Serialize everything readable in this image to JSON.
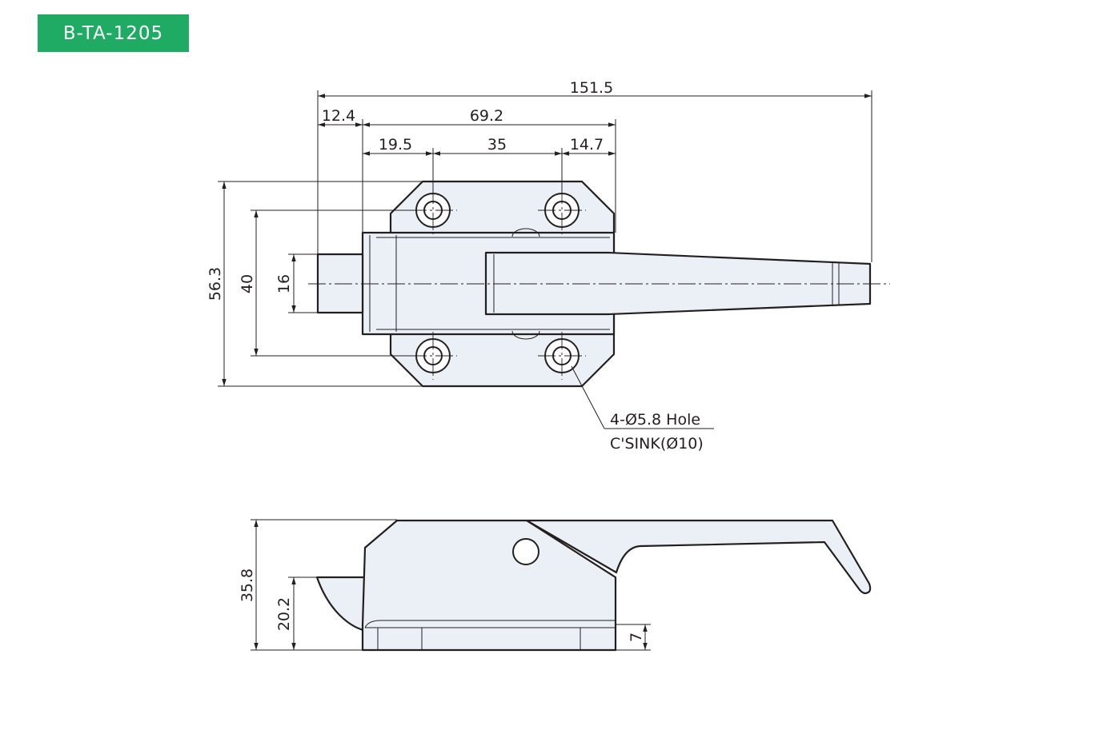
{
  "part_code": "B-TA-1205",
  "top_view": {
    "overall_length": "151.5",
    "bolt_offset": "12.4",
    "body_width": "69.2",
    "hole_left_offset": "19.5",
    "hole_spacing": "35",
    "hole_right_offset": "14.7",
    "overall_height": "56.3",
    "hole_vertical_spacing": "40",
    "bolt_width": "16",
    "hole_note_line1": "4-Ø5.8 Hole",
    "hole_note_line2": "C'SINK(Ø10)"
  },
  "side_view": {
    "overall_height": "35.8",
    "bolt_height": "20.2",
    "base_thickness": "7"
  },
  "colors": {
    "badge": "#1fab63",
    "part_fill": "#eaf0f6",
    "line": "#231f20"
  }
}
